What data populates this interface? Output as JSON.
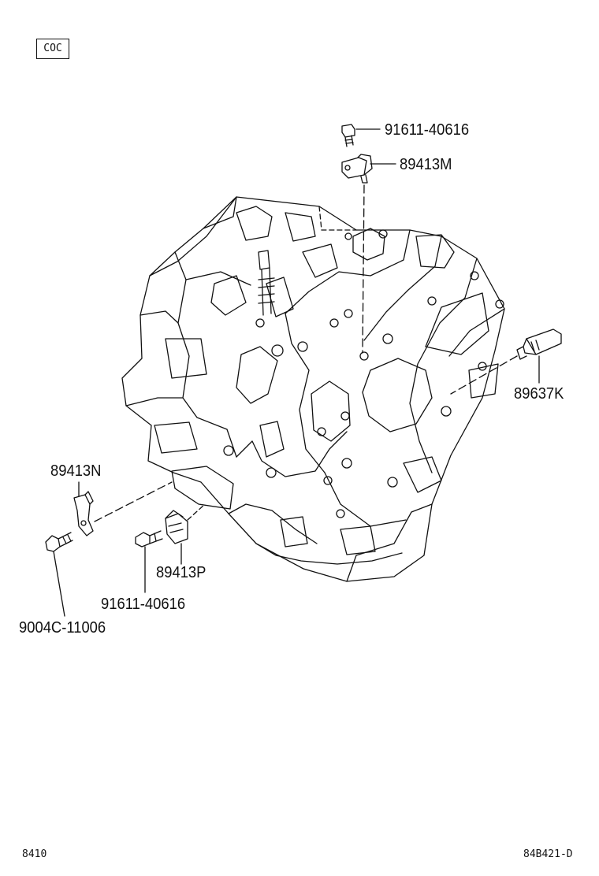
{
  "header": {
    "code": "COC"
  },
  "parts": [
    {
      "id": "bolt-top",
      "number": "91611-40616"
    },
    {
      "id": "sensor-top",
      "number": "89413M"
    },
    {
      "id": "switch-right",
      "number": "89637K"
    },
    {
      "id": "sensor-left",
      "number": "89413N"
    },
    {
      "id": "sensor-mid",
      "number": "89413P"
    },
    {
      "id": "bolt-mid",
      "number": "91611-40616"
    },
    {
      "id": "bolt-left",
      "number": "9004C-11006"
    }
  ],
  "footer": {
    "page_ref": "8410",
    "illustration_id": "84B421-D"
  }
}
